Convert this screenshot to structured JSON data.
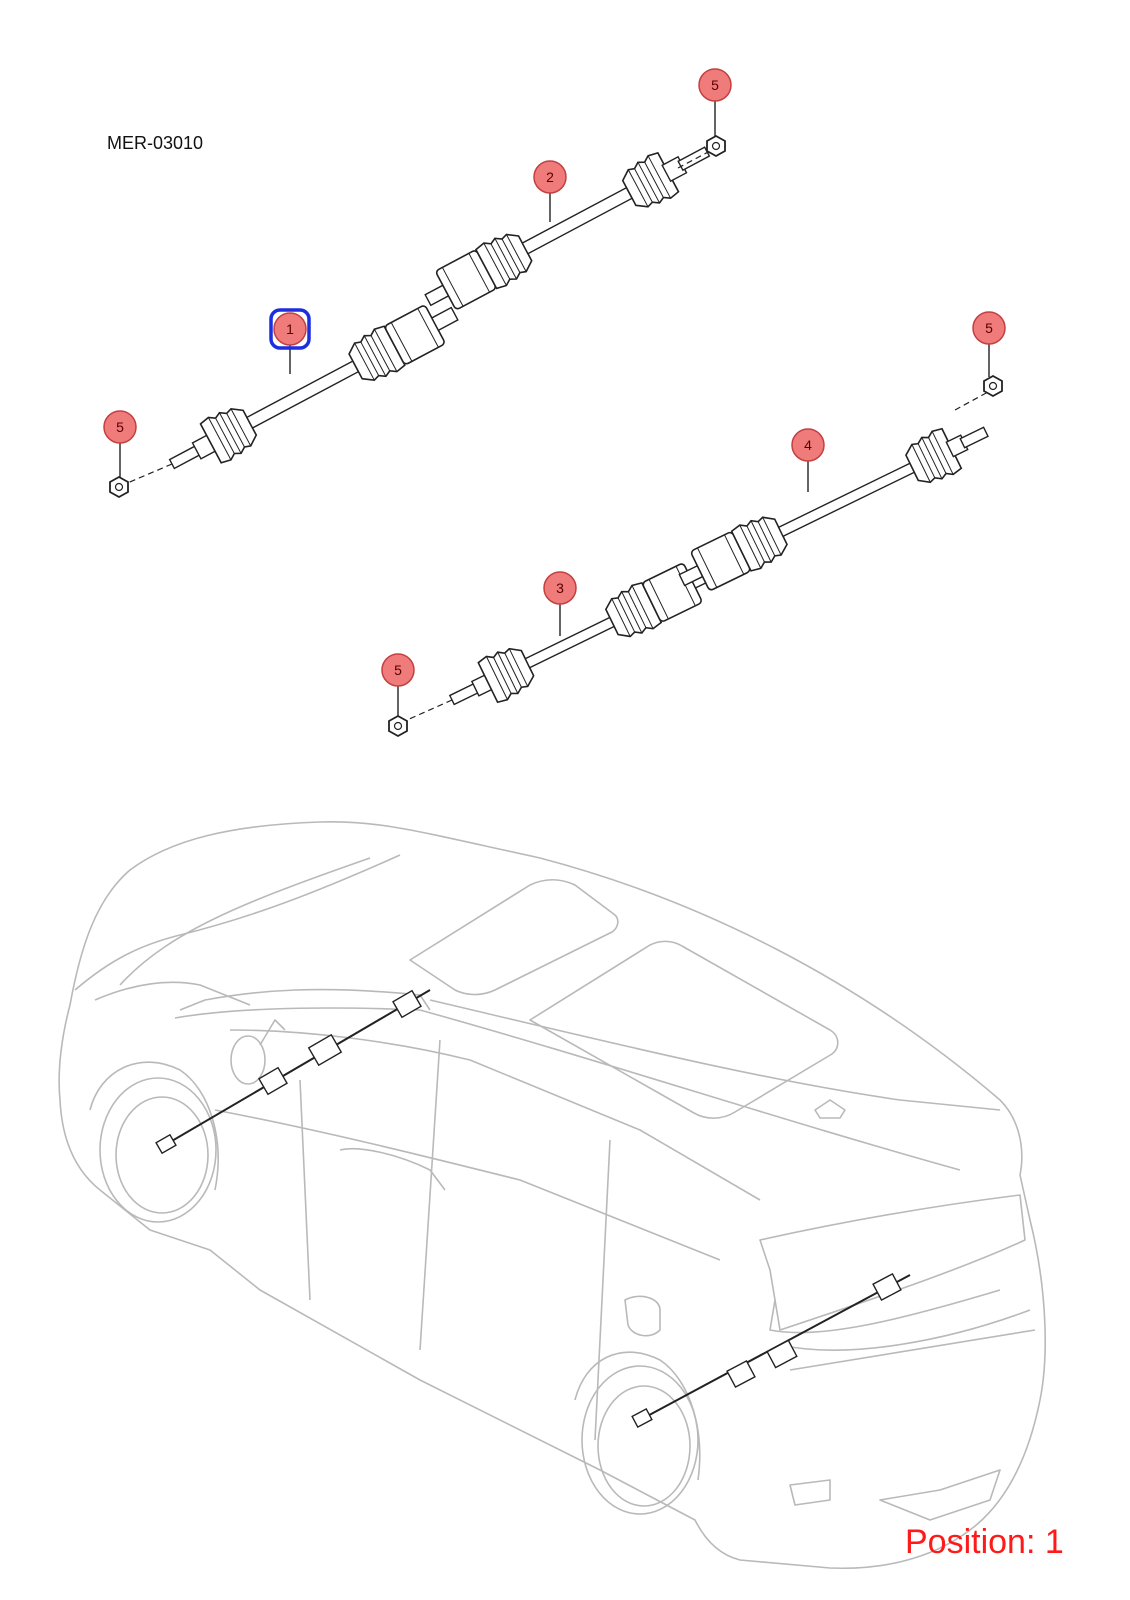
{
  "diagram": {
    "code": "MER-03010",
    "position_label": "Position: 1",
    "selected_callout": "1",
    "colors": {
      "callout_fill": "#f07b7b",
      "callout_stroke": "#c24040",
      "selection": "#1b2fe0",
      "position_text": "#ff1a1a",
      "line": "#222222",
      "vehicle": "#b9b9b9"
    },
    "callouts": [
      {
        "number": "1",
        "part": "front-left-drive-shaft"
      },
      {
        "number": "2",
        "part": "front-right-drive-shaft"
      },
      {
        "number": "3",
        "part": "rear-left-drive-shaft"
      },
      {
        "number": "4",
        "part": "rear-right-drive-shaft"
      },
      {
        "number": "5",
        "part": "hub-nut"
      }
    ]
  }
}
